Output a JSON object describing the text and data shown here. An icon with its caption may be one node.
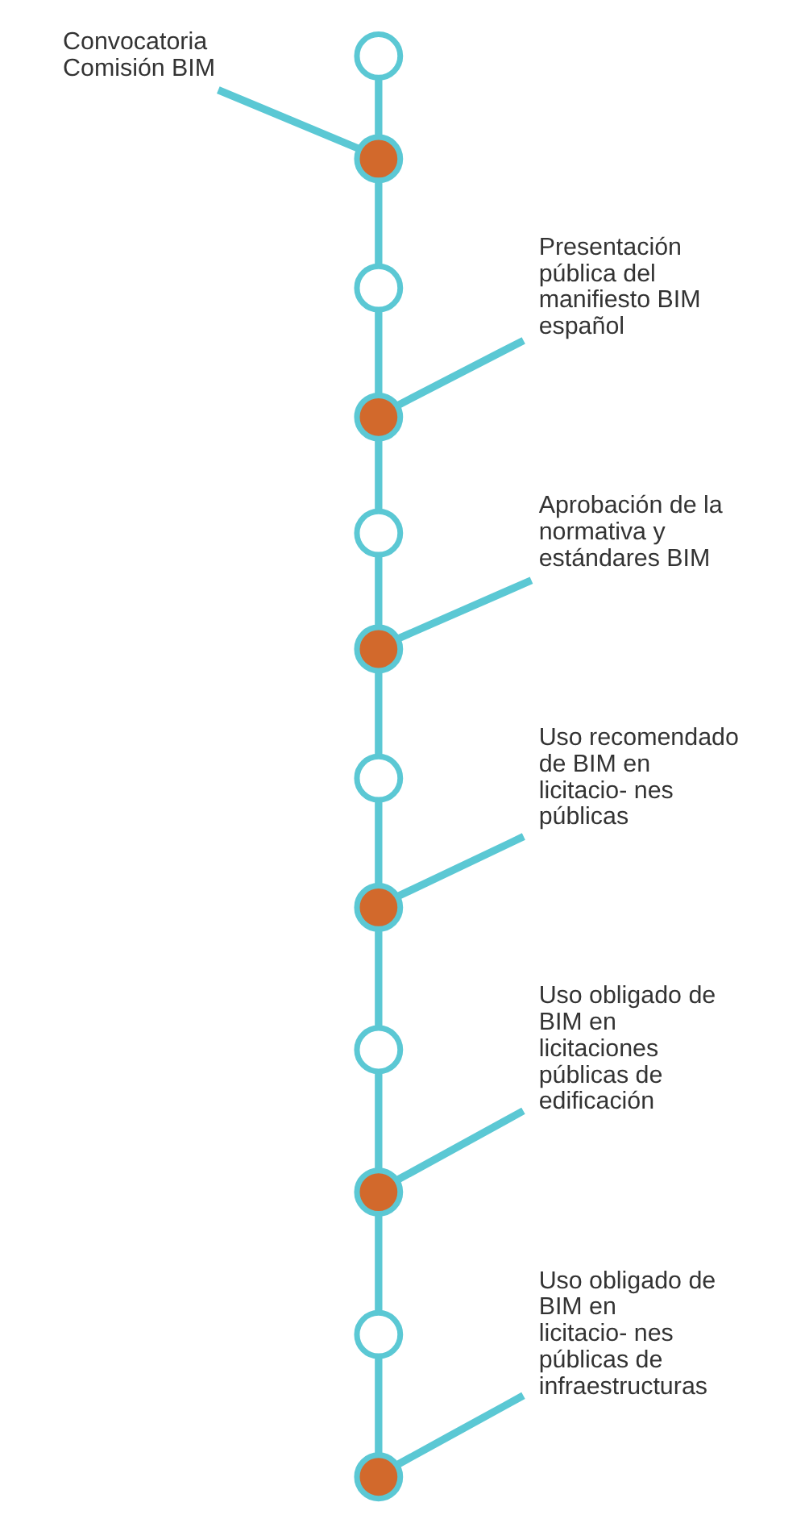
{
  "diagram": {
    "nodes": [
      {
        "text": [],
        "shape": "circle"
      },
      {
        "text": [],
        "shape": "circle"
      },
      {
        "text": [],
        "shape": "circle"
      },
      {
        "text": [],
        "shape": "circle"
      },
      {
        "text": [],
        "shape": "circle"
      },
      {
        "text": [],
        "shape": "circle"
      },
      {
        "text": [],
        "shape": "circle"
      },
      {
        "text": [],
        "shape": "circle"
      },
      {
        "text": [],
        "shape": "circle"
      },
      {
        "text": [],
        "shape": "circle"
      },
      {
        "text": [],
        "shape": "circle"
      },
      {
        "text": [],
        "shape": "circle"
      },
      {
        "text": [
          "Convocatoria Comisión BIM"
        ]
      },
      {
        "text": [
          "Presentación pública del manifiesto BIM español"
        ]
      },
      {
        "text": [
          "Aprobación de la normativa y estándares BIM"
        ]
      },
      {
        "text": [
          "Uso recomendado de BIM en licitacio- nes públicas"
        ]
      },
      {
        "text": [
          "Uso obligado de BIM en licitaciones públicas de edificación"
        ]
      },
      {
        "text": [
          "Uso obligado de BIM en licitacio- nes públicas de infraestructuras"
        ]
      }
    ],
    "edges": [
      {
        "from": 0,
        "to": 1,
        "arrow": "none"
      },
      {
        "from": 1,
        "to": 2,
        "arrow": "none"
      },
      {
        "from": 2,
        "to": 3,
        "arrow": "none"
      },
      {
        "from": 3,
        "to": 4,
        "arrow": "none"
      },
      {
        "from": 4,
        "to": 5,
        "arrow": "none"
      },
      {
        "from": 5,
        "to": 6,
        "arrow": "none"
      },
      {
        "from": 6,
        "to": 7,
        "arrow": "none"
      },
      {
        "from": 7,
        "to": 8,
        "arrow": "none"
      },
      {
        "from": 8,
        "to": 9,
        "arrow": "none"
      },
      {
        "from": 9,
        "to": 10,
        "arrow": "none"
      },
      {
        "from": 10,
        "to": 11,
        "arrow": "none"
      },
      {
        "from": 12,
        "to": 1,
        "arrow": "none"
      },
      {
        "from": 13,
        "to": 3,
        "arrow": "none"
      },
      {
        "from": 14,
        "to": 5,
        "arrow": "none"
      },
      {
        "from": 15,
        "to": 7,
        "arrow": "none"
      },
      {
        "from": 16,
        "to": 9,
        "arrow": "none"
      },
      {
        "from": 17,
        "to": 11,
        "arrow": "none"
      }
    ]
  }
}
